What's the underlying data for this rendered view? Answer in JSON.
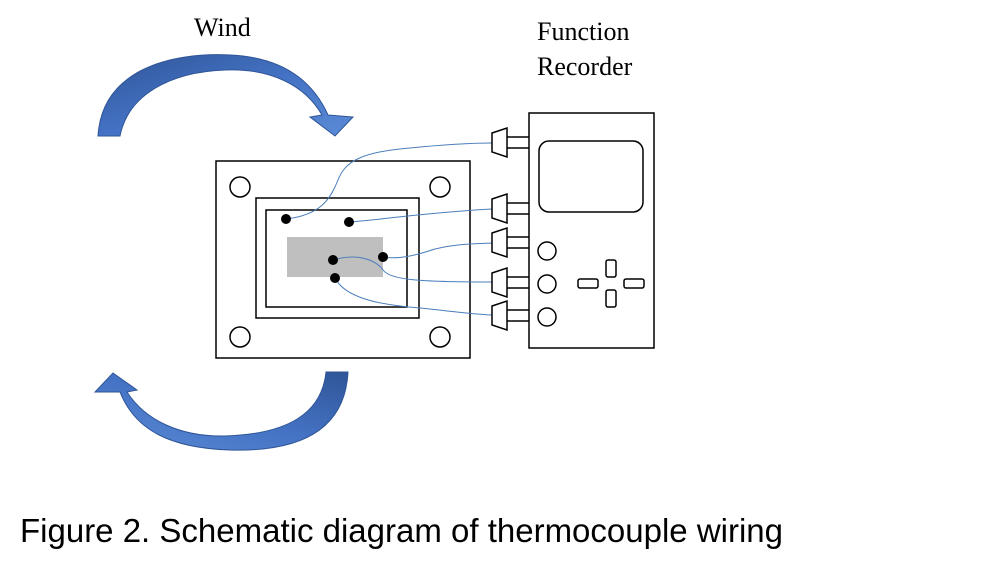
{
  "labels": {
    "wind": "Wind",
    "recorder_line1": "Function",
    "recorder_line2": "Recorder"
  },
  "caption": "Figure 2. Schematic diagram of thermocouple wiring",
  "colors": {
    "arrow_fill": "#4472C4",
    "arrow_dark": "#2F5597",
    "wire": "#4A7EBB",
    "specimen": "#BFBFBF",
    "stroke": "#000000"
  },
  "thermocouple_count": 5,
  "connector_count": 5
}
